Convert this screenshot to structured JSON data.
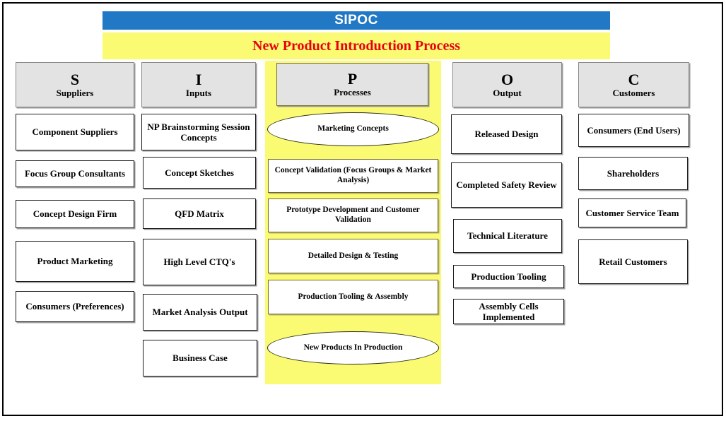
{
  "header": {
    "title": "SIPOC",
    "subtitle": "New Product Introduction Process",
    "title_bg": "#2178C4",
    "title_color": "#FFFFFF",
    "subtitle_bg": "#FAFA73",
    "subtitle_color": "#E8000D"
  },
  "columns": [
    {
      "key": "suppliers",
      "letter": "S",
      "label": "Suppliers",
      "items": [
        {
          "text": "Component Suppliers",
          "shape": "rect"
        },
        {
          "text": "Focus Group Consultants",
          "shape": "rect"
        },
        {
          "text": "Concept Design Firm",
          "shape": "rect"
        },
        {
          "text": "Product Marketing",
          "shape": "rect"
        },
        {
          "text": "Consumers (Preferences)",
          "shape": "rect"
        }
      ]
    },
    {
      "key": "inputs",
      "letter": "I",
      "label": "Inputs",
      "items": [
        {
          "text": "NP Brainstorming Session Concepts",
          "shape": "rect"
        },
        {
          "text": "Concept Sketches",
          "shape": "rect"
        },
        {
          "text": "QFD Matrix",
          "shape": "rect"
        },
        {
          "text": "High Level CTQ's",
          "shape": "rect"
        },
        {
          "text": "Market Analysis Output",
          "shape": "rect"
        },
        {
          "text": "Business Case",
          "shape": "rect"
        }
      ]
    },
    {
      "key": "processes",
      "letter": "P",
      "label": "Processes",
      "highlight_color": "#FAFA73",
      "items": [
        {
          "text": "Marketing Concepts",
          "shape": "ellipse"
        },
        {
          "text": "Concept Validation (Focus Groups & Market Analysis)",
          "shape": "rect"
        },
        {
          "text": "Prototype Development and Customer Validation",
          "shape": "rect"
        },
        {
          "text": "Detailed Design & Testing",
          "shape": "rect"
        },
        {
          "text": "Production Tooling & Assembly",
          "shape": "rect"
        },
        {
          "text": "New Products In Production",
          "shape": "ellipse"
        }
      ]
    },
    {
      "key": "output",
      "letter": "O",
      "label": "Output",
      "items": [
        {
          "text": "Released Design",
          "shape": "rect"
        },
        {
          "text": "Completed Safety Review",
          "shape": "rect"
        },
        {
          "text": "Technical Literature",
          "shape": "rect"
        },
        {
          "text": "Production Tooling",
          "shape": "rect"
        },
        {
          "text": "Assembly Cells Implemented",
          "shape": "rect"
        }
      ]
    },
    {
      "key": "customers",
      "letter": "C",
      "label": "Customers",
      "items": [
        {
          "text": "Consumers (End Users)",
          "shape": "rect"
        },
        {
          "text": "Shareholders",
          "shape": "rect"
        },
        {
          "text": "Customer Service Team",
          "shape": "rect"
        },
        {
          "text": "Retail Customers",
          "shape": "rect"
        }
      ]
    }
  ]
}
